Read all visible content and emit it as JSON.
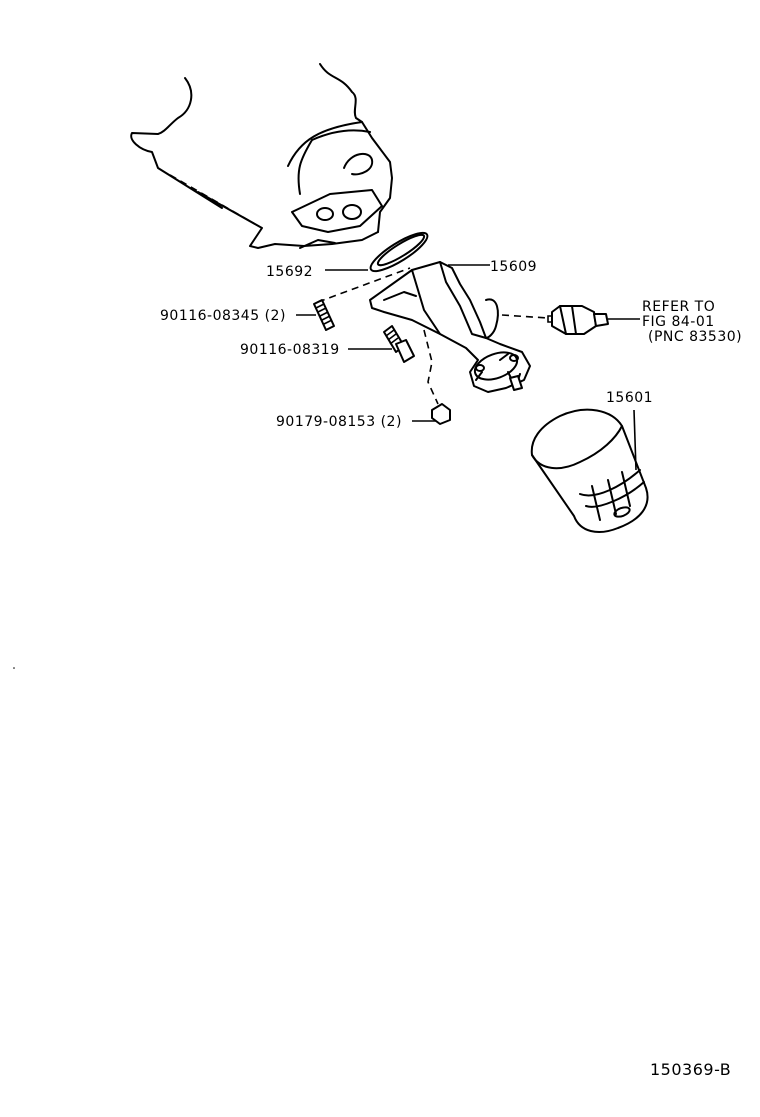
{
  "parts": {
    "p15692": "15692",
    "p15609": "15609",
    "p15601": "15601",
    "p90116_08345": "90116-08345 (2)",
    "p90116_08319": "90116-08319",
    "p90179_08153": "90179-08153 (2)"
  },
  "refer": {
    "line1": "REFER TO",
    "line2": "FIG 84-01",
    "line3": "(PNC 83530)"
  },
  "figure_code": "150369-B"
}
